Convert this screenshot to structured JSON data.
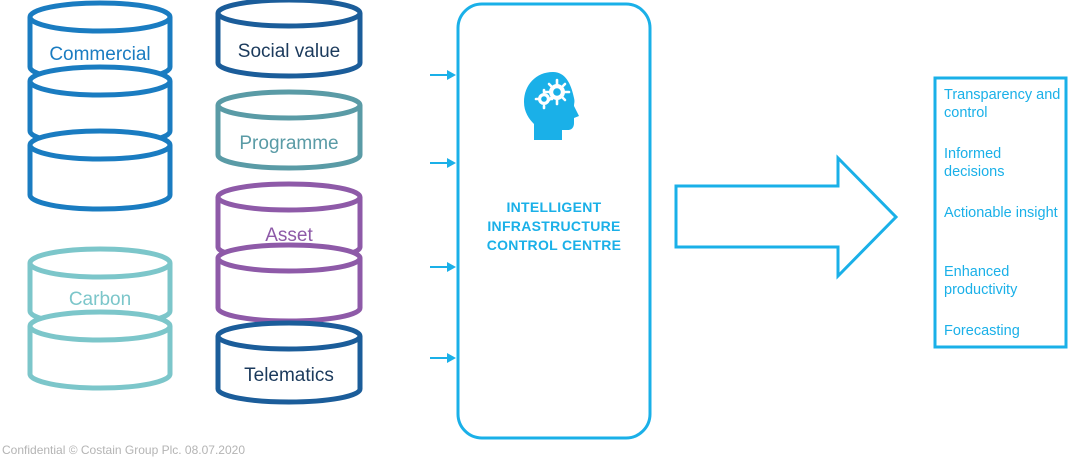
{
  "colors": {
    "commercial": "#1a7cc1",
    "social_value": "#1b5d9a",
    "programme": "#5a9ba6",
    "asset": "#8e5aa8",
    "carbon": "#7cc6ca",
    "telematics": "#1b5d9a",
    "accent": "#1ab0e8",
    "footer": "#b4b4b4"
  },
  "data_sources": [
    {
      "label": "Commercial",
      "color_key": "commercial"
    },
    {
      "label": "Social value",
      "color_key": "social_value"
    },
    {
      "label": "Programme",
      "color_key": "programme"
    },
    {
      "label": "Asset",
      "color_key": "asset"
    },
    {
      "label": "Carbon",
      "color_key": "carbon"
    },
    {
      "label": "Telematics",
      "color_key": "telematics"
    }
  ],
  "center": {
    "icon": "head-gear-icon",
    "title_lines": [
      "INTELLIGENT",
      "INFRASTRUCTURE",
      "CONTROL CENTRE"
    ]
  },
  "outcomes": [
    "Transparency and control",
    "Informed decisions",
    "Actionable insight",
    "Enhanced productivity",
    "Forecasting"
  ],
  "footer": "Confidential © Costain Group Plc. 08.07.2020"
}
